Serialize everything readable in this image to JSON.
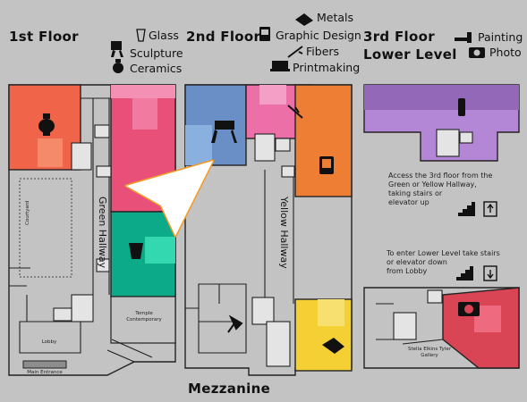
{
  "floors": {
    "first": "1st Floor",
    "second": "2nd Floor",
    "third_line1": "3rd Floor",
    "third_line2": "Lower Level",
    "mezzanine": "Mezzanine"
  },
  "legend": {
    "glass": "Glass",
    "sculpture": "Sculpture",
    "ceramics": "Ceramics",
    "metals": "Metals",
    "graphic_design": "Graphic Design",
    "fibers": "Fibers",
    "printmaking": "Printmaking",
    "painting": "Painting",
    "photo": "Photo"
  },
  "labels": {
    "green_hallway": "Green Hallway",
    "yellow_hallway": "Yellow Hallway",
    "courtyard": "Courtyard",
    "lobby": "Lobby",
    "main_entrance": "Main Entrance",
    "temple_contemporary_line1": "Temple",
    "temple_contemporary_line2": "Contemporary",
    "stella_gallery_line1": "Stella Elkins Tyler",
    "stella_gallery_line2": "Gallery"
  },
  "notes": {
    "third_access": [
      "Access the 3rd floor from the",
      "Green or Yellow Hallway,",
      "taking stairs or",
      "elevator up"
    ],
    "lower_access": [
      "To enter Lower Level take stairs",
      "or elevator down",
      "from Lobby"
    ]
  },
  "colors": {
    "background": "#c3c3c3",
    "ceramics_room": "#f0644a",
    "glass_room": "#e8507a",
    "sculpture_room": "#0daa8a",
    "graphic_design_room": "#6a8fc6",
    "fibers_room": "#ec6fa8",
    "metals_room": "#ee7e34",
    "printmaking_room": "#f5d034",
    "painting_room": "#b387d6",
    "photo_room": "#da4555"
  }
}
